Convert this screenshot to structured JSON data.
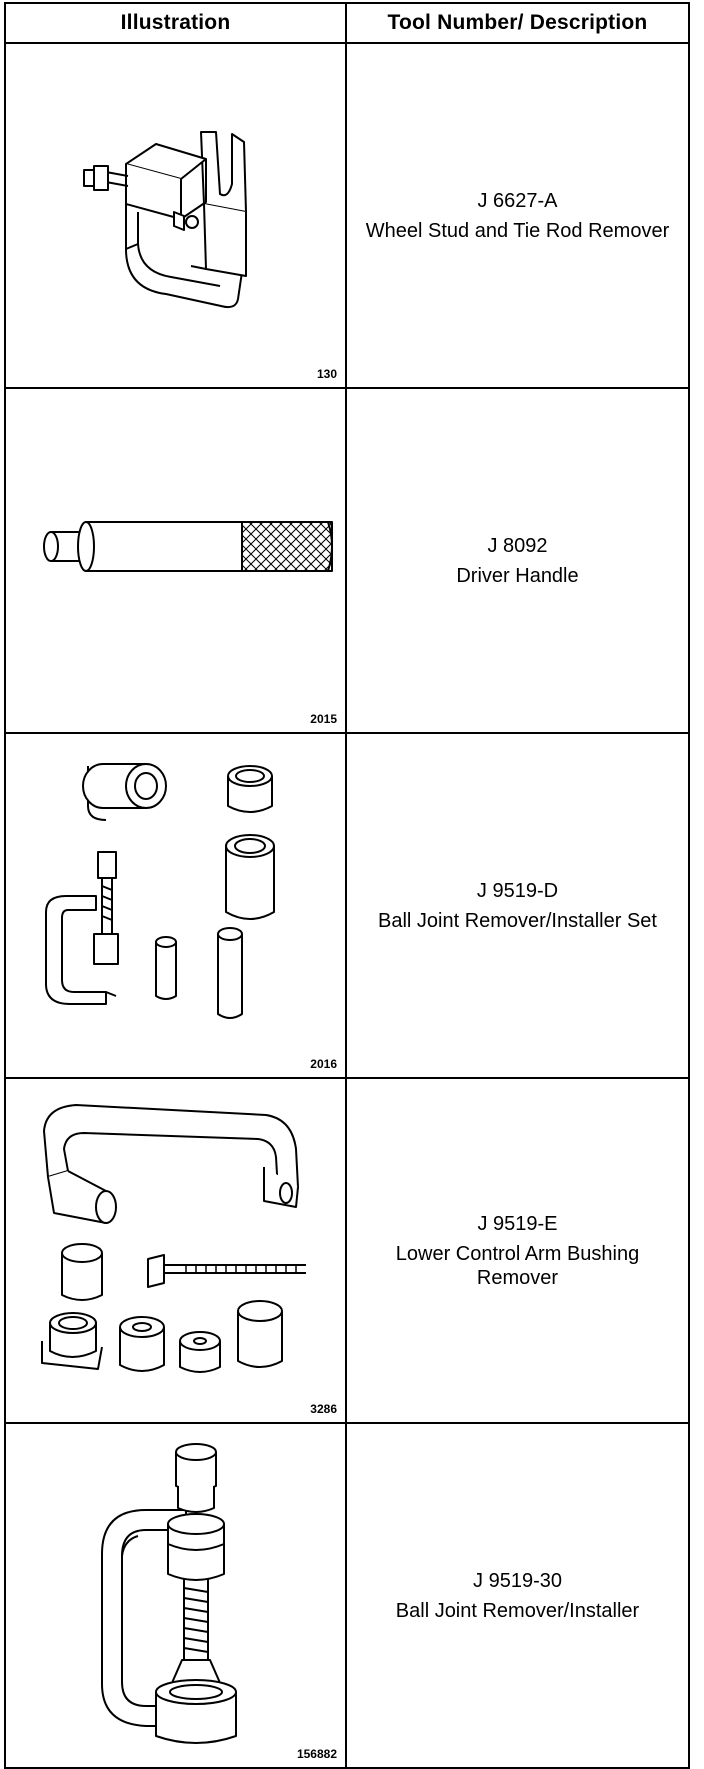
{
  "header": {
    "illustration": "Illustration",
    "tool": "Tool Number/ Description"
  },
  "rows": [
    {
      "fig": "130",
      "number": "J 6627-A",
      "description": "Wheel Stud and Tie Rod Remover",
      "icon": "wheel-stud-tie-rod-remover-icon"
    },
    {
      "fig": "2015",
      "number": "J 8092",
      "description": "Driver Handle",
      "icon": "driver-handle-icon"
    },
    {
      "fig": "2016",
      "number": "J 9519-D",
      "description": "Ball Joint Remover/Installer Set",
      "icon": "ball-joint-set-icon"
    },
    {
      "fig": "3286",
      "number": "J 9519-E",
      "description": "Lower Control Arm Bushing Remover",
      "icon": "bushing-remover-icon"
    },
    {
      "fig": "156882",
      "number": "J 9519-30",
      "description": "Ball Joint Remover/Installer",
      "icon": "ball-joint-remover-installer-icon"
    }
  ]
}
